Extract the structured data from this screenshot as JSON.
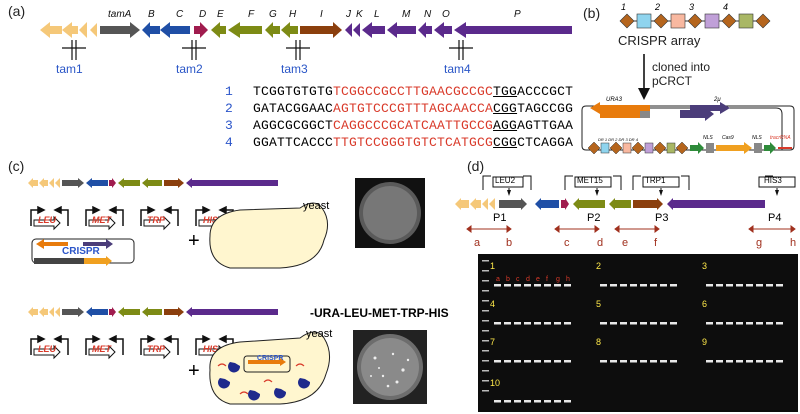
{
  "panels": {
    "a": "(a)",
    "b": "(b)",
    "c": "(c)",
    "d": "(d)"
  },
  "panel_a": {
    "genes": [
      "tamA",
      "B",
      "C",
      "D",
      "E",
      "F",
      "G",
      "H",
      "I",
      "J",
      "K",
      "L",
      "M",
      "N",
      "O",
      "P"
    ],
    "tams": [
      "tam1",
      "tam2",
      "tam3",
      "tam4"
    ],
    "sequences": [
      {
        "num": "1",
        "pre": "TCGGTGTGTG",
        "red": "TCGGCCGCCTTGAACGCCGC",
        "pam": "TGG",
        "post": "ACCCGCT"
      },
      {
        "num": "2",
        "pre": "GATACGGAAC",
        "red": "AGTGTCCCGTTTAGCAACCA",
        "pam": "CGG",
        "post": "TAGCCGG"
      },
      {
        "num": "3",
        "pre": "AGGCGCGGCT",
        "red": "CAGGCCCGCATCAATTGCCG",
        "pam": "AGG",
        "post": "AGTTGAA"
      },
      {
        "num": "4",
        "pre": "GGATTCACCC",
        "red": "TTGTCCGGGTGTCTCATGCG",
        "pam": "CGG",
        "post": "CTCAGGA"
      }
    ]
  },
  "panel_b": {
    "array_numbers": [
      "1",
      "2",
      "3",
      "4"
    ],
    "array_label": "CRISPR array",
    "arrow_label": "cloned into\npCRCT",
    "plasmid_labels": {
      "ura3": "URA3",
      "two_mu": "2μ",
      "nls1": "NLS",
      "cas9": "Cas9",
      "nls2": "NLS",
      "tracr": "tracrRNA"
    },
    "dr_labels": [
      "DR",
      "1",
      "DR",
      "2",
      "DR",
      "3",
      "DR",
      "4"
    ]
  },
  "panel_c": {
    "markers": [
      "LEU",
      "MET",
      "TRP",
      "HIS"
    ],
    "crispr_label": "CRISPR",
    "plus": "+",
    "yeast": "yeast",
    "selection": "-URA-LEU-MET-TRP-HIS"
  },
  "panel_d": {
    "markers": [
      "LEU2",
      "MET15",
      "TRP1",
      "HIS3"
    ],
    "primers": [
      "P1",
      "P2",
      "P3",
      "P4"
    ],
    "letters": [
      "a",
      "b",
      "c",
      "d",
      "e",
      "f",
      "g",
      "h"
    ],
    "gel_lane_letters": [
      "a",
      "b",
      "c",
      "d",
      "e",
      "f",
      "g",
      "h"
    ],
    "gel_numbers": [
      "1",
      "2",
      "3",
      "4",
      "5",
      "6",
      "7",
      "8",
      "9",
      "10"
    ]
  },
  "colors": {
    "accent_red": "#d93a2a",
    "blue_text": "#2b55c9",
    "gel_bg": "#0d0d0d",
    "gel_text": "#ffe94a"
  }
}
